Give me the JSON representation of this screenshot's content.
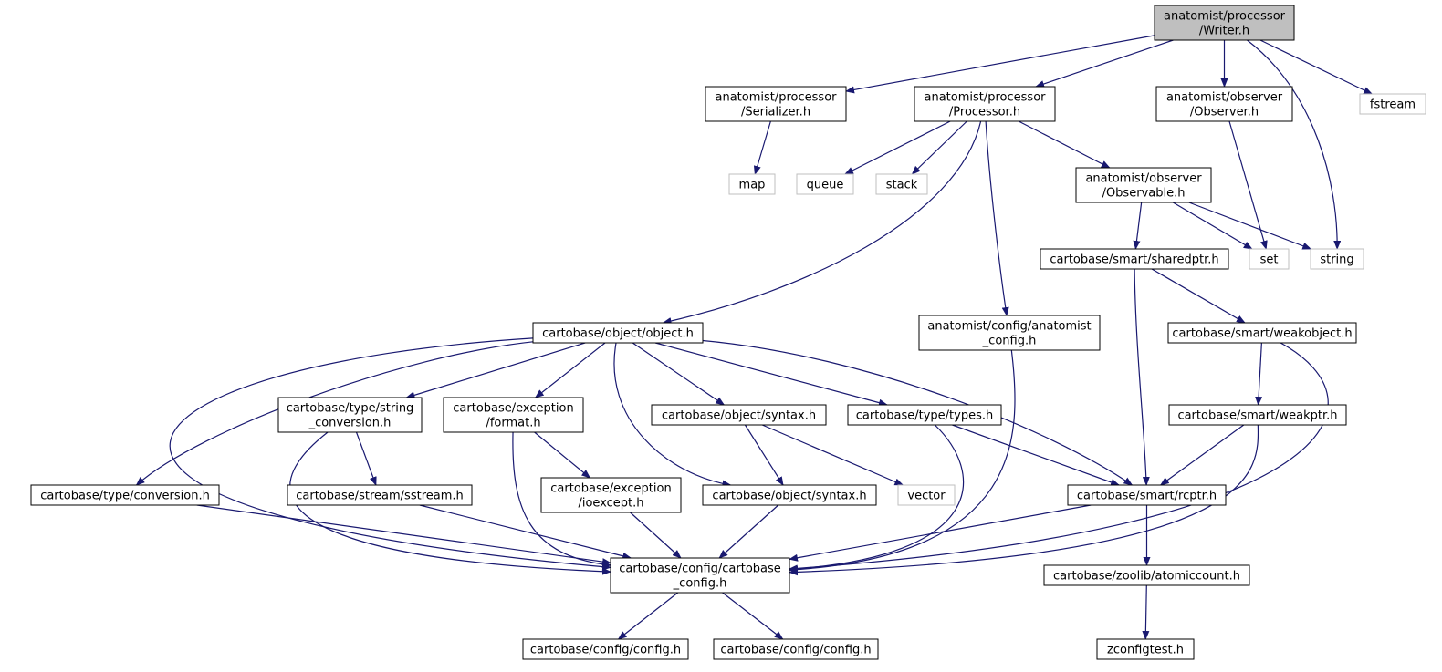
{
  "colors": {
    "edge": "#191970",
    "root_fill": "#bfbfbf",
    "box_border": "#000000",
    "external_border": "#bfbfbf",
    "background": "#ffffff"
  },
  "nodes": [
    {
      "id": "writer",
      "lines": [
        "anatomist/processor",
        "/Writer.h"
      ],
      "kind": "root"
    },
    {
      "id": "serializer",
      "lines": [
        "anatomist/processor",
        "/Serializer.h"
      ],
      "kind": "file"
    },
    {
      "id": "processor",
      "lines": [
        "anatomist/processor",
        "/Processor.h"
      ],
      "kind": "file"
    },
    {
      "id": "observer",
      "lines": [
        "anatomist/observer",
        "/Observer.h"
      ],
      "kind": "file"
    },
    {
      "id": "fstream",
      "lines": [
        "fstream"
      ],
      "kind": "external"
    },
    {
      "id": "map",
      "lines": [
        "map"
      ],
      "kind": "external"
    },
    {
      "id": "queue",
      "lines": [
        "queue"
      ],
      "kind": "external"
    },
    {
      "id": "stack",
      "lines": [
        "stack"
      ],
      "kind": "external"
    },
    {
      "id": "observable",
      "lines": [
        "anatomist/observer",
        "/Observable.h"
      ],
      "kind": "file"
    },
    {
      "id": "sharedptr",
      "lines": [
        "cartobase/smart/sharedptr.h"
      ],
      "kind": "file"
    },
    {
      "id": "set",
      "lines": [
        "set"
      ],
      "kind": "external"
    },
    {
      "id": "string",
      "lines": [
        "string"
      ],
      "kind": "external"
    },
    {
      "id": "object",
      "lines": [
        "cartobase/object/object.h"
      ],
      "kind": "file"
    },
    {
      "id": "anaconfig",
      "lines": [
        "anatomist/config/anatomist",
        "_config.h"
      ],
      "kind": "file"
    },
    {
      "id": "weakobject",
      "lines": [
        "cartobase/smart/weakobject.h"
      ],
      "kind": "file"
    },
    {
      "id": "strconv",
      "lines": [
        "cartobase/type/string",
        "_conversion.h"
      ],
      "kind": "file"
    },
    {
      "id": "format",
      "lines": [
        "cartobase/exception",
        "/format.h"
      ],
      "kind": "file"
    },
    {
      "id": "syntax1",
      "lines": [
        "cartobase/object/syntax.h"
      ],
      "kind": "file"
    },
    {
      "id": "types",
      "lines": [
        "cartobase/type/types.h"
      ],
      "kind": "file"
    },
    {
      "id": "weakptr",
      "lines": [
        "cartobase/smart/weakptr.h"
      ],
      "kind": "file"
    },
    {
      "id": "conversion",
      "lines": [
        "cartobase/type/conversion.h"
      ],
      "kind": "file"
    },
    {
      "id": "sstream",
      "lines": [
        "cartobase/stream/sstream.h"
      ],
      "kind": "file"
    },
    {
      "id": "ioexcept",
      "lines": [
        "cartobase/exception",
        "/ioexcept.h"
      ],
      "kind": "file"
    },
    {
      "id": "syntax2",
      "lines": [
        "cartobase/object/syntax.h"
      ],
      "kind": "file"
    },
    {
      "id": "vector",
      "lines": [
        "vector"
      ],
      "kind": "external"
    },
    {
      "id": "rcptr",
      "lines": [
        "cartobase/smart/rcptr.h"
      ],
      "kind": "file"
    },
    {
      "id": "cbconfig",
      "lines": [
        "cartobase/config/cartobase",
        "_config.h"
      ],
      "kind": "file"
    },
    {
      "id": "atomic",
      "lines": [
        "cartobase/zoolib/atomiccount.h"
      ],
      "kind": "file"
    },
    {
      "id": "config1",
      "lines": [
        "cartobase/config/config.h"
      ],
      "kind": "file"
    },
    {
      "id": "config2",
      "lines": [
        "cartobase/config/config.h"
      ],
      "kind": "file"
    },
    {
      "id": "zconfig",
      "lines": [
        "zconfigtest.h"
      ],
      "kind": "file"
    }
  ],
  "edges": [
    [
      "writer",
      "serializer"
    ],
    [
      "writer",
      "processor"
    ],
    [
      "writer",
      "observer"
    ],
    [
      "writer",
      "fstream"
    ],
    [
      "writer",
      "string"
    ],
    [
      "serializer",
      "map"
    ],
    [
      "processor",
      "queue"
    ],
    [
      "processor",
      "stack"
    ],
    [
      "processor",
      "observable"
    ],
    [
      "processor",
      "object"
    ],
    [
      "processor",
      "anaconfig"
    ],
    [
      "observer",
      "set"
    ],
    [
      "observable",
      "sharedptr"
    ],
    [
      "observable",
      "set"
    ],
    [
      "observable",
      "string"
    ],
    [
      "sharedptr",
      "weakobject"
    ],
    [
      "sharedptr",
      "rcptr"
    ],
    [
      "weakobject",
      "weakptr"
    ],
    [
      "weakobject",
      "cbconfig"
    ],
    [
      "weakptr",
      "rcptr"
    ],
    [
      "weakptr",
      "cbconfig"
    ],
    [
      "object",
      "conversion"
    ],
    [
      "object",
      "strconv"
    ],
    [
      "object",
      "format"
    ],
    [
      "object",
      "syntax1"
    ],
    [
      "object",
      "types"
    ],
    [
      "object",
      "syntax2"
    ],
    [
      "object",
      "rcptr"
    ],
    [
      "object",
      "cbconfig"
    ],
    [
      "strconv",
      "sstream"
    ],
    [
      "strconv",
      "cbconfig"
    ],
    [
      "format",
      "ioexcept"
    ],
    [
      "format",
      "cbconfig"
    ],
    [
      "syntax1",
      "syntax2"
    ],
    [
      "syntax1",
      "vector"
    ],
    [
      "types",
      "rcptr"
    ],
    [
      "types",
      "cbconfig"
    ],
    [
      "conversion",
      "cbconfig"
    ],
    [
      "sstream",
      "cbconfig"
    ],
    [
      "ioexcept",
      "cbconfig"
    ],
    [
      "syntax2",
      "cbconfig"
    ],
    [
      "rcptr",
      "cbconfig"
    ],
    [
      "rcptr",
      "atomic"
    ],
    [
      "anaconfig",
      "cbconfig"
    ],
    [
      "cbconfig",
      "config1"
    ],
    [
      "cbconfig",
      "config2"
    ],
    [
      "atomic",
      "zconfig"
    ]
  ]
}
